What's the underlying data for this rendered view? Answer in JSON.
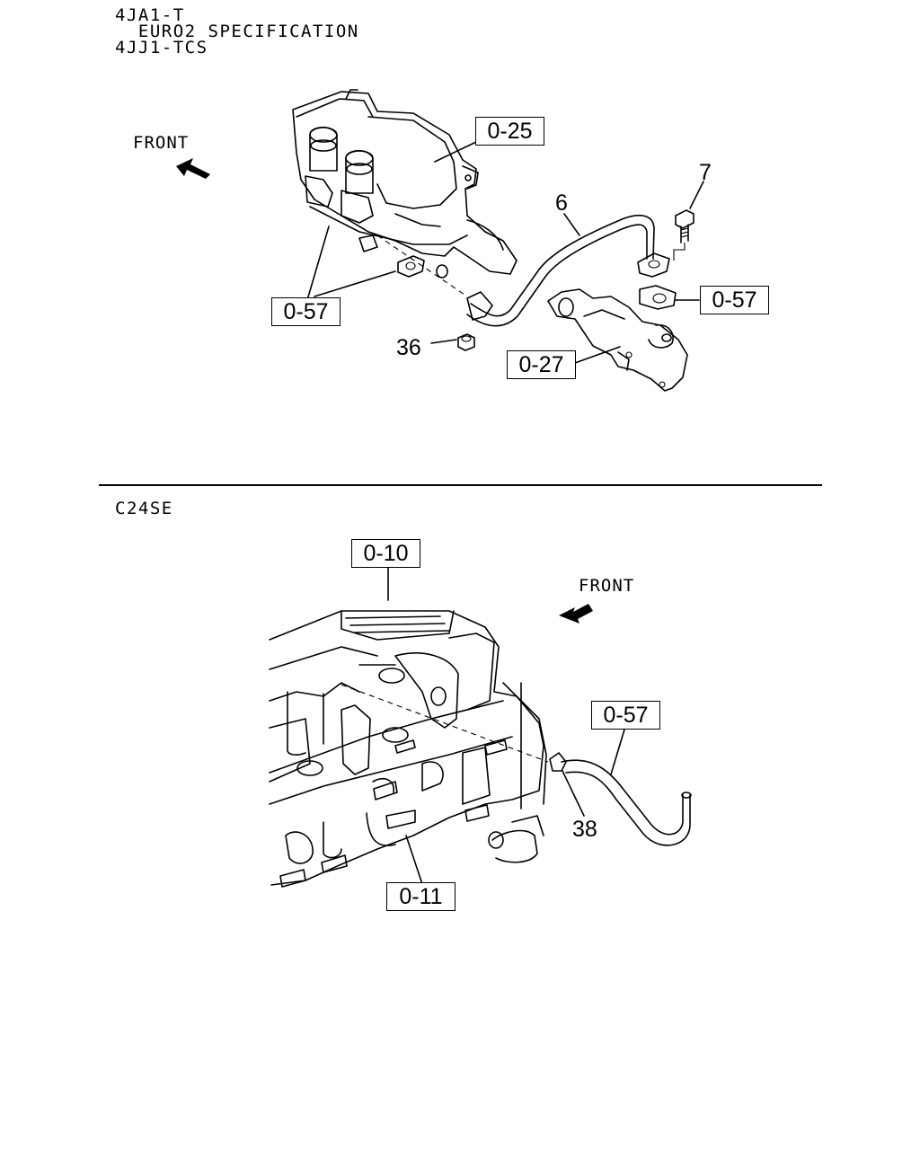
{
  "section_top": {
    "header_lines": [
      "4JA1-T",
      "  EURO2 SPECIFICATION",
      "4JJ1-TCS"
    ],
    "front_label": "FRONT",
    "callouts": [
      "0-25",
      "0-57",
      "0-57",
      "0-27"
    ],
    "part_numbers": [
      "6",
      "7",
      "36"
    ]
  },
  "section_bottom": {
    "header": "C24SE",
    "front_label": "FRONT",
    "callouts": [
      "0-10",
      "0-57",
      "0-11"
    ],
    "part_numbers": [
      "38"
    ]
  }
}
